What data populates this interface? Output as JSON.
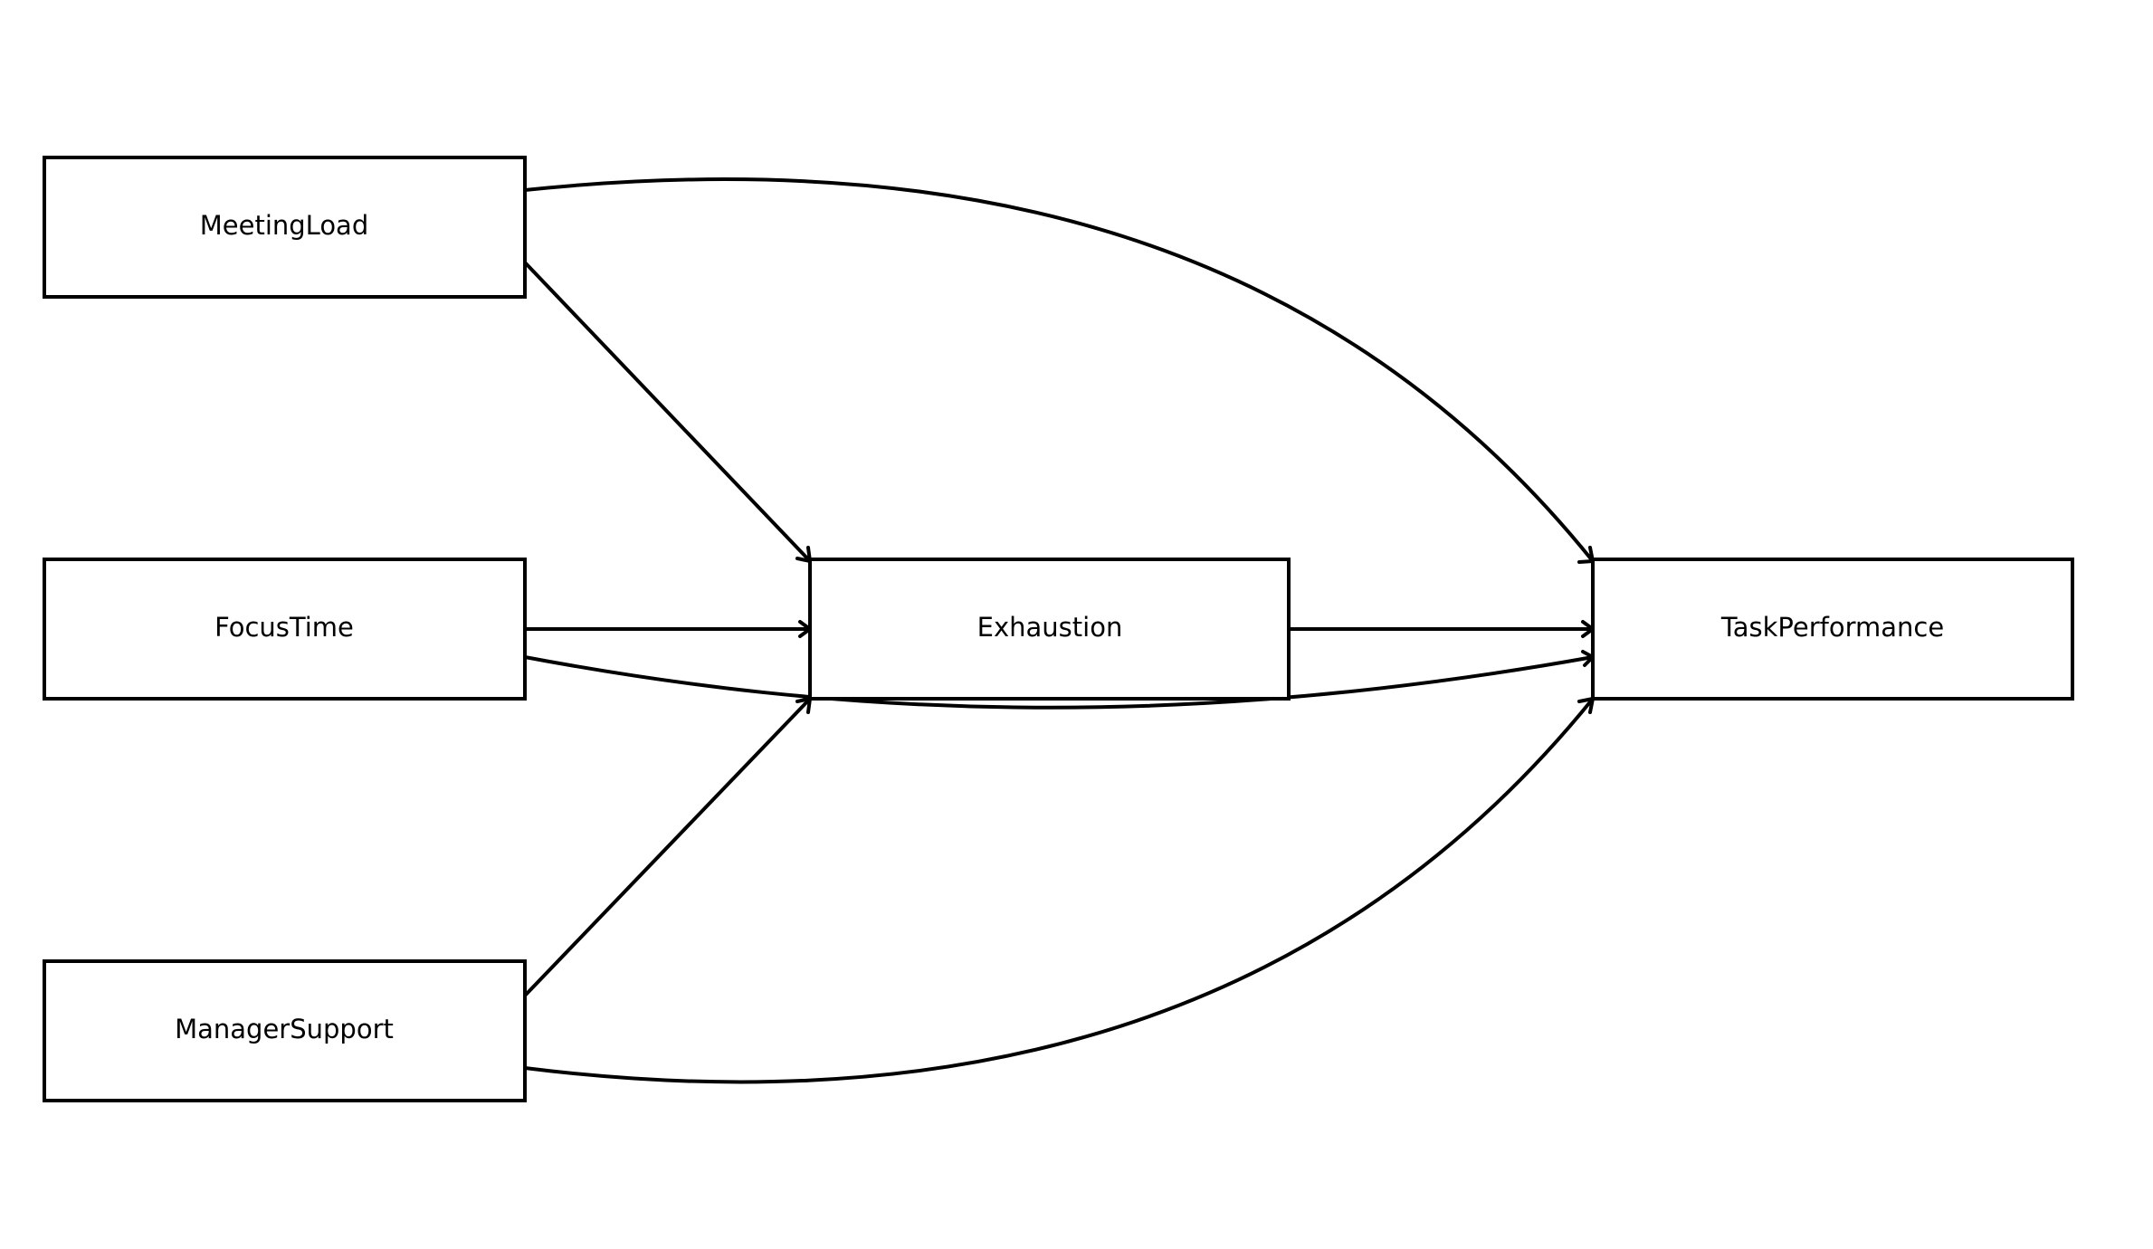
{
  "diagram": {
    "type": "path-diagram",
    "nodes": [
      {
        "id": "meeting_load",
        "label": "MeetingLoad"
      },
      {
        "id": "focus_time",
        "label": "FocusTime"
      },
      {
        "id": "manager_support",
        "label": "ManagerSupport"
      },
      {
        "id": "exhaustion",
        "label": "Exhaustion"
      },
      {
        "id": "task_performance",
        "label": "TaskPerformance"
      }
    ],
    "edges": [
      {
        "from": "MeetingLoad",
        "to": "Exhaustion"
      },
      {
        "from": "FocusTime",
        "to": "Exhaustion"
      },
      {
        "from": "ManagerSupport",
        "to": "Exhaustion"
      },
      {
        "from": "Exhaustion",
        "to": "TaskPerformance"
      },
      {
        "from": "MeetingLoad",
        "to": "TaskPerformance"
      },
      {
        "from": "FocusTime",
        "to": "TaskPerformance"
      },
      {
        "from": "ManagerSupport",
        "to": "TaskPerformance"
      }
    ],
    "colors": {
      "line": "#000000",
      "background": "#ffffff"
    }
  }
}
